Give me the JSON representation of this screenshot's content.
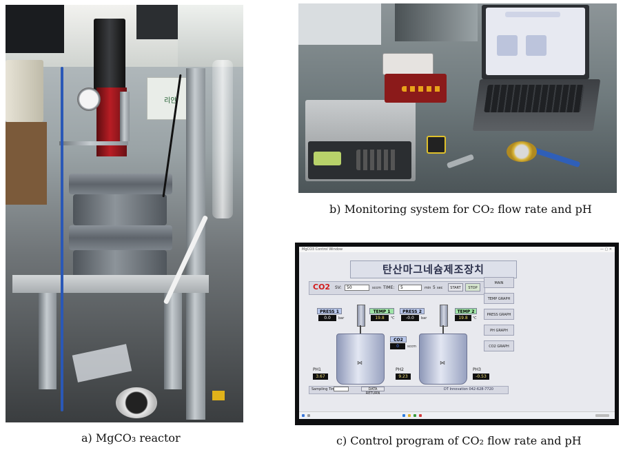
{
  "captions": {
    "a": "a) MgCO₃ reactor",
    "b": "b) Monitoring system for CO₂ flow rate and pH",
    "c": "c) Control program of CO₂ flow rate and pH"
  },
  "photo_a": {
    "sign_text": "리안"
  },
  "app": {
    "window_title": "MgCO3 Control Window",
    "title": "탄산마그네슘제조장치",
    "co2_label": "CO2",
    "sv_label": "SV:",
    "sv_value": "50",
    "sccm_label": "sccm",
    "time_label": "TIME:",
    "time_value": "5",
    "min_label": "min",
    "sec_value": "5",
    "sec_label": "sec",
    "start_button": "START",
    "stop_button": "STOP",
    "side_buttons": [
      "MAIN",
      "TEMP GRAPH",
      "PRESS GRAPH",
      "PH GRAPH",
      "CO2 GRAPH"
    ],
    "press1_label": "PRESS 1",
    "press1_value": "0.0",
    "press1_unit": "bar",
    "temp1_label": "TEMP 1",
    "temp1_value": "19.8",
    "temp1_unit": "℃",
    "press2_label": "PRESS 2",
    "press2_value": "-0.0",
    "press2_unit": "bar",
    "temp2_label": "TEMP 2",
    "temp2_value": "19.8",
    "temp2_unit": "℃",
    "co2_box_label": "CO2",
    "co2_box_value": "0",
    "co2_box_unit": "sccm",
    "ph1_label": "PH1",
    "ph1_value": "3.67",
    "ph2_label": "PH2",
    "ph2_value": "9.23",
    "ph3_label": "PH3",
    "ph3_value": "-0.53",
    "sampling_label": "Sampling Time",
    "data_return_button": "DATA RETURN",
    "footer_company": "DT Innovation  042-628-7720"
  },
  "colors": {
    "co2_red": "#d21a1a",
    "label_press": "#b7c6ea",
    "label_temp": "#9fe3a6",
    "value_bg": "#101010",
    "value_blue": "#1a3cc8",
    "ph_value_bg": "#f3e27a"
  }
}
